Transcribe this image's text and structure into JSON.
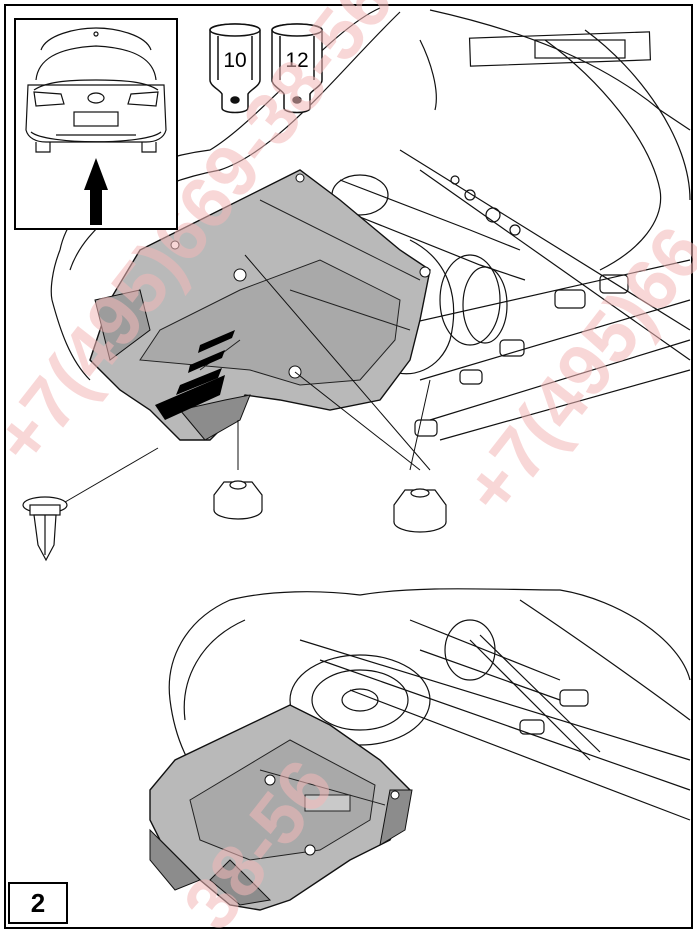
{
  "step": {
    "number": "2"
  },
  "sockets": [
    {
      "size": "10"
    },
    {
      "size": "12"
    }
  ],
  "watermark": {
    "text_a": "+7(495)669-38-56",
    "text_b": "+7(495)66",
    "text_c": "38-56",
    "color": "#f3b8b8"
  },
  "colors": {
    "line": "#111111",
    "shield_fill": "#b9b9b9",
    "shield_dark": "#8c8c8c"
  }
}
